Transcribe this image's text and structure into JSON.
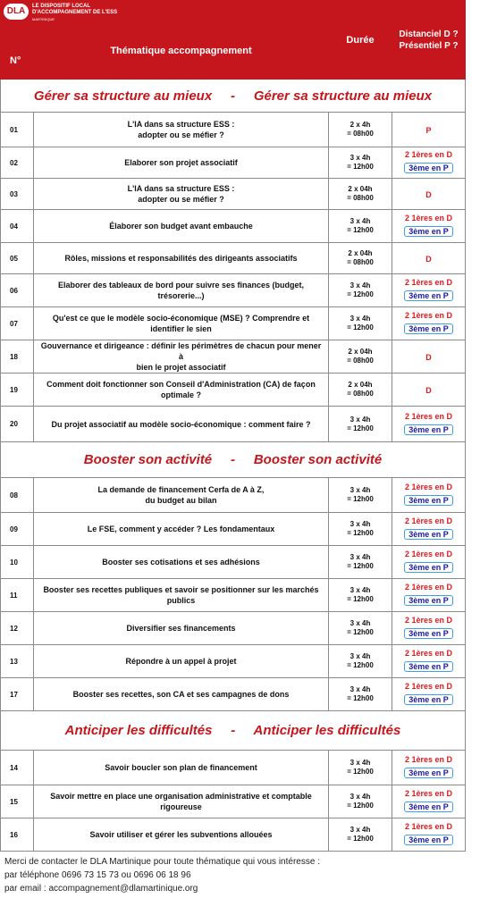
{
  "header": {
    "logo_badge": "DLA",
    "logo_line1": "LE DISPOSITIF LOCAL",
    "logo_line2": "D'ACCOMPAGNEMENT DE L'ESS",
    "logo_line3": "MARTINIQUE",
    "col_num": "N°",
    "col_theme": "Thématique accompagnement",
    "col_duration": "Durée",
    "col_mode_line1": "Distanciel D ?",
    "col_mode_line2": "Présentiel P ?"
  },
  "sections": [
    {
      "title": "Gérer sa structure au mieux     -     Gérer sa structure au mieux",
      "rows": [
        {
          "num": "01",
          "theme1": "L'IA dans sa structure ESS :",
          "theme2": "adopter ou se méfier ?",
          "dur1": "2 x 4h",
          "dur2": "= 08h00",
          "mode": "P"
        },
        {
          "num": "02",
          "theme1": "Elaborer son projet associatif",
          "theme2": "",
          "dur1": "3 x 4h",
          "dur2": "= 12h00",
          "mode_d": "2 1ères en D",
          "mode_p": "3ème en P"
        },
        {
          "num": "03",
          "theme1": "L'IA dans sa structure ESS :",
          "theme2": "adopter ou se méfier ?",
          "dur1": "2 x 04h",
          "dur2": "= 08h00",
          "mode": "D"
        },
        {
          "num": "04",
          "theme1": "Élaborer son budget avant embauche",
          "theme2": "",
          "dur1": "3 x 4h",
          "dur2": "= 12h00",
          "mode_d": "2 1ères en D",
          "mode_p": "3ème en P"
        },
        {
          "num": "05",
          "theme1": "Rôles, missions et responsabilités des dirigeants associatifs",
          "theme2": "",
          "dur1": "2 x 04h",
          "dur2": "= 08h00",
          "mode": "D"
        },
        {
          "num": "06",
          "theme1": "Elaborer des tableaux de bord pour suivre ses finances (budget,",
          "theme2": "trésorerie...)",
          "dur1": "3 x 4h",
          "dur2": "= 12h00",
          "mode_d": "2 1ères en D",
          "mode_p": "3ème en P"
        },
        {
          "num": "07",
          "theme1": "Qu'est ce que le modèle socio-économique (MSE) ? Comprendre et",
          "theme2": "identifier le sien",
          "dur1": "3 x 4h",
          "dur2": "= 12h00",
          "mode_d": "2 1ères en D",
          "mode_p": "3ème en P"
        },
        {
          "num": "18",
          "theme1": "Gouvernance et dirigeance : définir les périmètres de chacun pour mener à",
          "theme2": "bien le projet associatif",
          "dur1": "2 x 04h",
          "dur2": "= 08h00",
          "mode": "D"
        },
        {
          "num": "19",
          "theme1": "Comment doit fonctionner son Conseil d'Administration (CA) de façon",
          "theme2": "optimale ?",
          "dur1": "2 x 04h",
          "dur2": "= 08h00",
          "mode": "D"
        },
        {
          "num": "20",
          "theme1": "Du projet associatif au modèle socio-économique : comment faire ?",
          "theme2": "",
          "dur1": "3 x 4h",
          "dur2": "= 12h00",
          "mode_d": "2 1ères en D",
          "mode_p": "3ème en P"
        }
      ]
    },
    {
      "title": "Booster son activité     -     Booster son activité",
      "rows": [
        {
          "num": "08",
          "theme1": "La demande de financement Cerfa de A à Z,",
          "theme2": "du budget au bilan",
          "dur1": "3 x 4h",
          "dur2": "= 12h00",
          "mode_d": "2 1ères en D",
          "mode_p": "3ème en P"
        },
        {
          "num": "09",
          "theme1": "Le FSE, comment y accéder ? Les fondamentaux",
          "theme2": "",
          "dur1": "3 x 4h",
          "dur2": "= 12h00",
          "mode_d": "2 1ères en D",
          "mode_p": "3ème en P"
        },
        {
          "num": "10",
          "theme1": "Booster ses cotisations et ses adhésions",
          "theme2": "",
          "dur1": "3 x 4h",
          "dur2": "= 12h00",
          "mode_d": "2 1ères en D",
          "mode_p": "3ème en P"
        },
        {
          "num": "11",
          "theme1": "Booster ses recettes publiques et savoir se positionner sur les marchés",
          "theme2": "publics",
          "dur1": "3 x 4h",
          "dur2": "= 12h00",
          "mode_d": "2 1ères en D",
          "mode_p": "3ème en P"
        },
        {
          "num": "12",
          "theme1": "Diversifier ses financements",
          "theme2": "",
          "dur1": "3 x 4h",
          "dur2": "= 12h00",
          "mode_d": "2 1ères en D",
          "mode_p": "3ème en P"
        },
        {
          "num": "13",
          "theme1": "Répondre à un appel à projet",
          "theme2": "",
          "dur1": "3 x 4h",
          "dur2": "= 12h00",
          "mode_d": "2 1ères en D",
          "mode_p": "3ème en P"
        },
        {
          "num": "17",
          "theme1": "Booster ses recettes, son CA et ses campagnes de dons",
          "theme2": "",
          "dur1": "3 x 4h",
          "dur2": "= 12h00",
          "mode_d": "2 1ères en D",
          "mode_p": "3ème en P"
        }
      ]
    },
    {
      "title": "Anticiper les difficultés     -     Anticiper les difficultés",
      "rows": [
        {
          "num": "14",
          "theme1": "Savoir boucler son plan de financement",
          "theme2": "",
          "dur1": "3 x 4h",
          "dur2": "= 12h00",
          "mode_d": "2 1ères en D",
          "mode_p": "3ème en P"
        },
        {
          "num": "15",
          "theme1": "Savoir mettre en place une organisation administrative et comptable",
          "theme2": "rigoureuse",
          "dur1": "3 x 4h",
          "dur2": "= 12h00",
          "mode_d": "2 1ères en D",
          "mode_p": "3ème en P"
        },
        {
          "num": "16",
          "theme1": "Savoir utiliser et gérer les subventions allouées",
          "theme2": "",
          "dur1": "3 x 4h",
          "dur2": "= 12h00",
          "mode_d": "2 1ères en D",
          "mode_p": "3ème en P"
        }
      ]
    }
  ],
  "footer": {
    "line1": "Merci de contacter le DLA Martinique pour toute thématique qui vous intéresse  :",
    "line2": "par téléphone 0696 73 15 73 ou 0696 06 18 96",
    "line3": "par email : accompagnement@dlamartinique.org"
  },
  "colors": {
    "header_bg": "#c4161c",
    "section_title": "#c4161c",
    "distanciel": "#e1191f",
    "presentiel_text": "#1a1aa0",
    "presentiel_border": "#3ea0e6"
  }
}
